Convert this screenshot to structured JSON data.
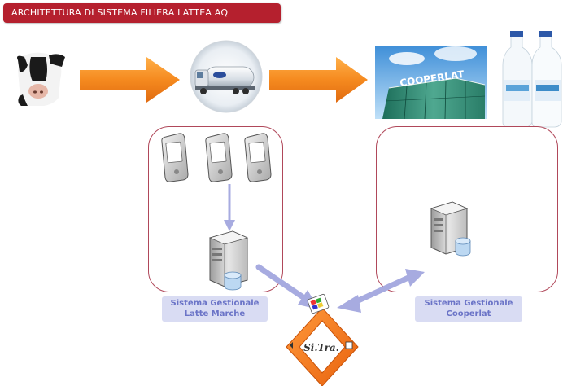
{
  "title": "ARCHITETTURA DI SISTEMA FILIERA LATTEA AQ",
  "brand": "COOPERLAT",
  "systems": [
    {
      "line1": "Sistema Gestionale",
      "line2": "Latte Marche"
    },
    {
      "line1": "Sistema Gestionale",
      "line2": "Cooperlat"
    }
  ],
  "hub": "Si.Tra.",
  "colors": {
    "title_bg": "#b5202e",
    "flow_arrow": "#f58a1f",
    "frame": "#b0485a",
    "label_bg": "#d9dcf3",
    "label_text": "#6b74c7",
    "connector": "#a7abe0",
    "hub": "#f0781e"
  }
}
